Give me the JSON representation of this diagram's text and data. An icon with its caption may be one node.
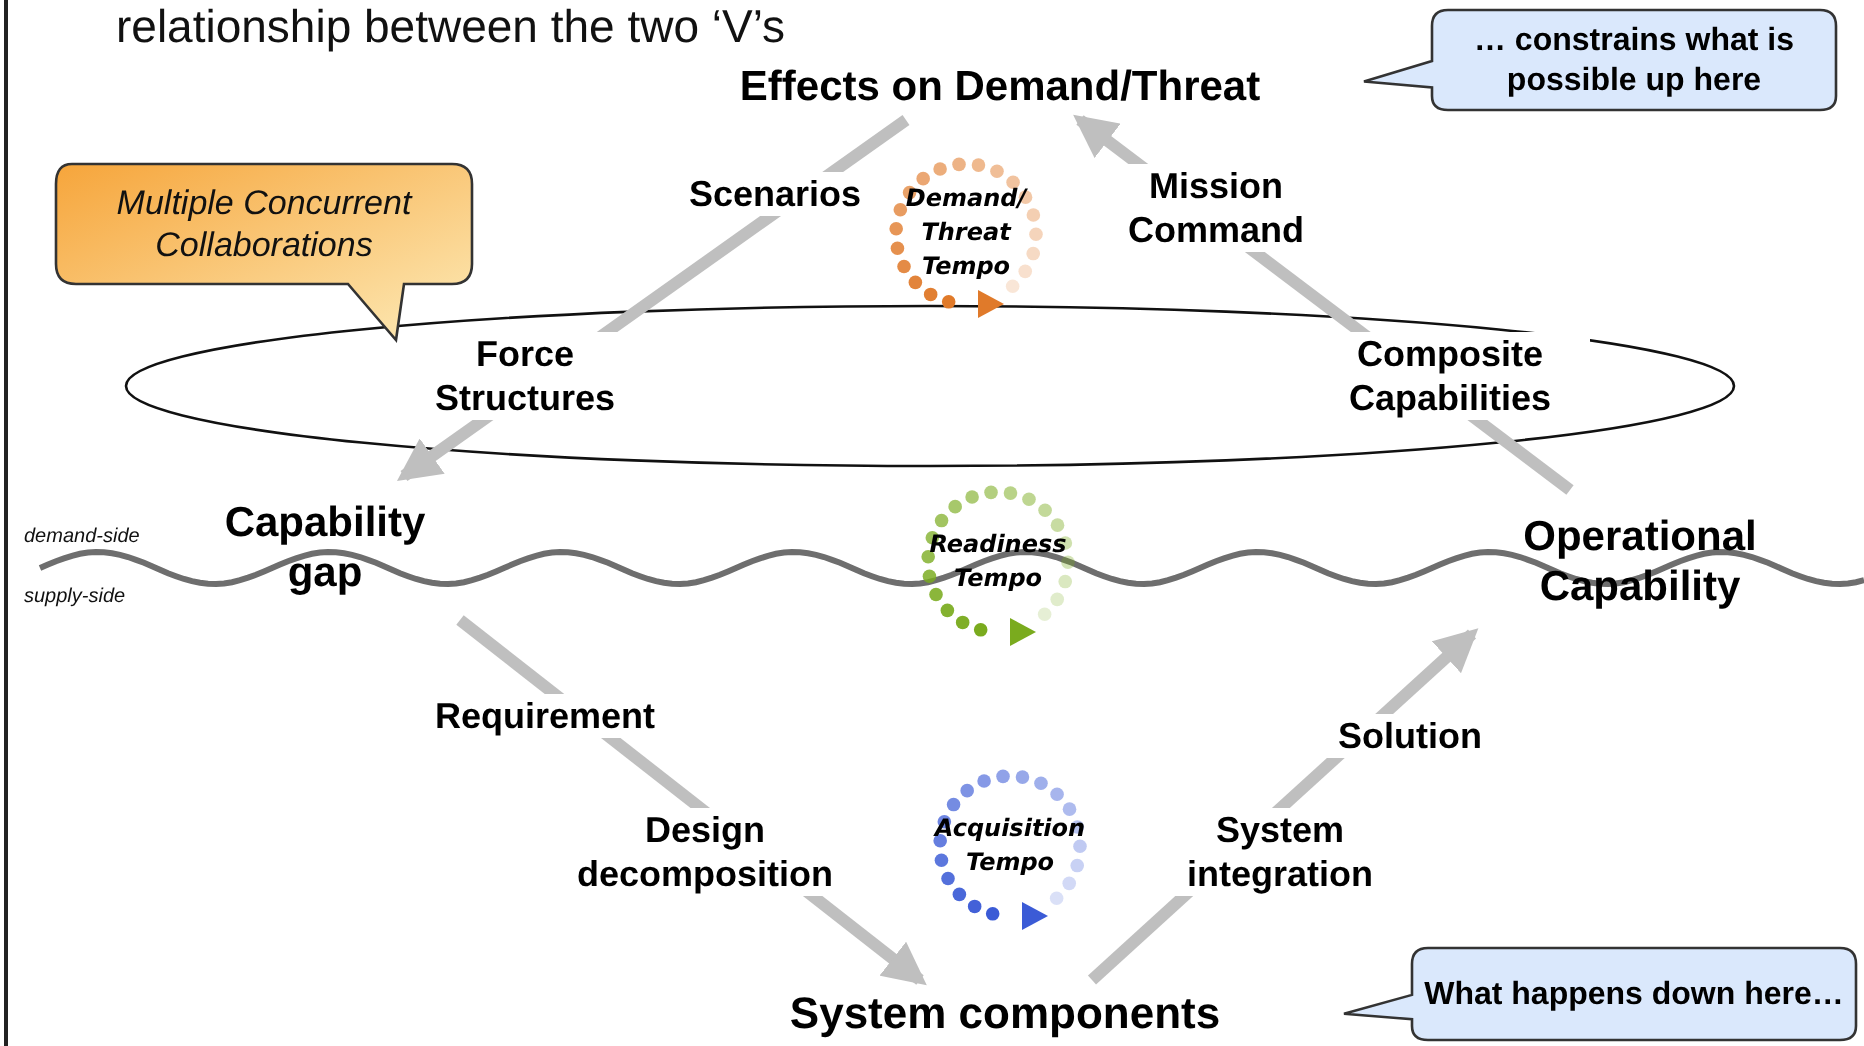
{
  "diagram": {
    "nodes": [
      {
        "text": [
          "Effects on Demand/Threat"
        ]
      },
      {
        "text": [
          "Capability gap"
        ]
      },
      {
        "text": [
          "Operational Capability"
        ]
      },
      {
        "text": [
          "System components"
        ]
      },
      {
        "text": [
          "… constrains what is possible up here"
        ]
      },
      {
        "text": [
          "What happens down here…"
        ]
      },
      {
        "text": [
          "Multiple Concurrent Collaborations"
        ]
      },
      {
        "text": [
          "Demand/ Threat Tempo"
        ]
      },
      {
        "text": [
          "Readiness Tempo"
        ]
      },
      {
        "text": [
          "Acquisition Tempo"
        ]
      }
    ],
    "edges": [
      {
        "from": 0,
        "to": 1,
        "arrow": "to",
        "label": "Scenarios"
      },
      {
        "from": 2,
        "to": 0,
        "arrow": "to",
        "label": "Mission Command"
      },
      {
        "from": 1,
        "to": 3,
        "arrow": "to",
        "label": "Requirement"
      },
      {
        "from": 3,
        "to": 2,
        "arrow": "to",
        "label": "Solution"
      }
    ],
    "labels": [
      "relationship between the two ‘V’s",
      "Force Structures",
      "Composite Capabilities",
      "demand-side",
      "supply-side",
      "Design decomposition",
      "System integration"
    ]
  }
}
